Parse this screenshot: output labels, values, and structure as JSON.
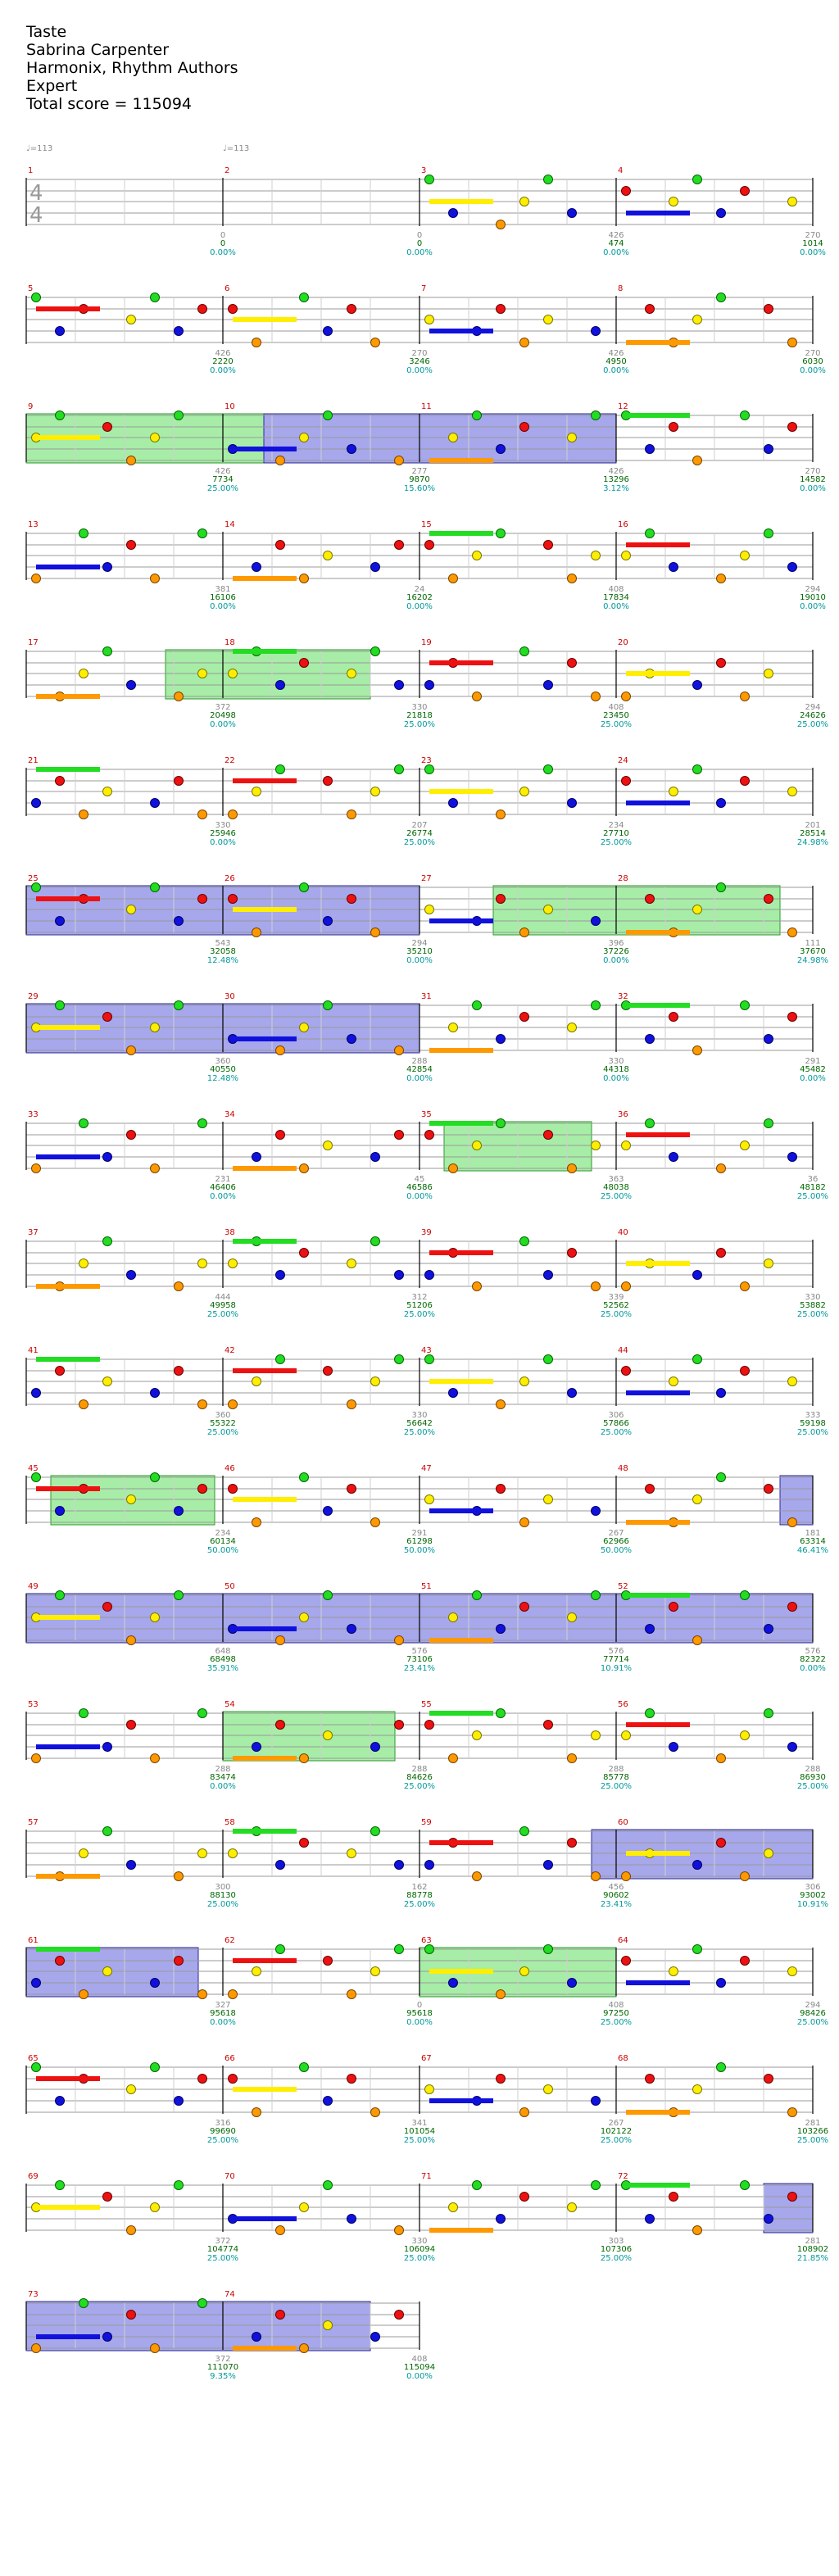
{
  "song": {
    "title": "Taste",
    "artist": "Sabrina Carpenter",
    "charter": "Harmonix, Rhythm Authors",
    "difficulty": "Expert",
    "total_score_text": "Total score = 115094"
  },
  "time_signature": {
    "top": "4",
    "bottom": "4"
  },
  "tempo_markers": [
    "♩=113",
    "♩=113"
  ],
  "colors": {
    "green": "#22dd22",
    "red": "#ee1111",
    "yellow": "#ffee00",
    "blue": "#1111dd",
    "orange": "#ff9900",
    "star_power": "#44dd44",
    "solo": "#3333cc",
    "measure_number": "#cc0000",
    "score": "#006600",
    "percent": "#009999",
    "gray": "#888888"
  },
  "measure_numbers": [
    "1",
    "2",
    "3",
    "4",
    "5",
    "6",
    "7",
    "8",
    "9",
    "10",
    "11",
    "12",
    "13",
    "14",
    "15",
    "16",
    "17",
    "18",
    "19",
    "20",
    "21",
    "22",
    "23",
    "24",
    "25",
    "26",
    "27",
    "28",
    "29",
    "30",
    "31",
    "32",
    "33",
    "34",
    "35",
    "36",
    "37",
    "38",
    "39",
    "40",
    "41",
    "42",
    "43",
    "44",
    "45",
    "46",
    "47",
    "48",
    "49",
    "50",
    "51",
    "52",
    "53",
    "54",
    "55",
    "56",
    "57",
    "58",
    "59",
    "60",
    "61",
    "62",
    "63",
    "64",
    "65",
    "66",
    "67",
    "68",
    "69",
    "70",
    "71",
    "72",
    "73",
    "74"
  ],
  "rows": [
    {
      "num": 1,
      "stats": [
        {
          "n": "0",
          "s": "0",
          "p": "0.00%"
        },
        {
          "n": "0",
          "s": "0",
          "p": "0.00%"
        },
        {
          "n": "426",
          "s": "474",
          "p": "0.00%"
        },
        {
          "n": "270",
          "s": "1014",
          "p": "0.00%"
        }
      ]
    },
    {
      "num": 2,
      "stats": [
        {
          "n": "426",
          "s": "2220",
          "p": "0.00%"
        },
        {
          "n": "270",
          "s": "3246",
          "p": "0.00%"
        },
        {
          "n": "426",
          "s": "4950",
          "p": "0.00%"
        },
        {
          "n": "270",
          "s": "6030",
          "p": "0.00%"
        }
      ]
    },
    {
      "num": 3,
      "stats": [
        {
          "n": "426",
          "s": "7734",
          "p": "25.00%"
        },
        {
          "n": "277",
          "s": "9870",
          "p": "15.60%"
        },
        {
          "n": "426",
          "s": "13296",
          "p": "3.12%"
        },
        {
          "n": "270",
          "s": "14582",
          "p": "0.00%"
        }
      ]
    },
    {
      "num": 4,
      "stats": [
        {
          "n": "381",
          "s": "16106",
          "p": "0.00%"
        },
        {
          "n": "24",
          "s": "16202",
          "p": "0.00%"
        },
        {
          "n": "408",
          "s": "17834",
          "p": "0.00%"
        },
        {
          "n": "294",
          "s": "19010",
          "p": "0.00%"
        }
      ]
    },
    {
      "num": 5,
      "stats": [
        {
          "n": "372",
          "s": "20498",
          "p": "0.00%"
        },
        {
          "n": "330",
          "s": "21818",
          "p": "25.00%"
        },
        {
          "n": "408",
          "s": "23450",
          "p": "25.00%"
        },
        {
          "n": "294",
          "s": "24626",
          "p": "25.00%"
        }
      ]
    },
    {
      "num": 6,
      "stats": [
        {
          "n": "330",
          "s": "25946",
          "p": "0.00%"
        },
        {
          "n": "207",
          "s": "26774",
          "p": "25.00%"
        },
        {
          "n": "234",
          "s": "27710",
          "p": "25.00%"
        },
        {
          "n": "201",
          "s": "28514",
          "p": "24.98%"
        }
      ]
    },
    {
      "num": 7,
      "stats": [
        {
          "n": "543",
          "s": "32058",
          "p": "12.48%"
        },
        {
          "n": "294",
          "s": "35210",
          "p": "0.00%"
        },
        {
          "n": "396",
          "s": "37226",
          "p": "0.00%"
        },
        {
          "n": "111",
          "s": "37670",
          "p": "24.98%"
        }
      ]
    },
    {
      "num": 8,
      "stats": [
        {
          "n": "360",
          "s": "40550",
          "p": "12.48%"
        },
        {
          "n": "288",
          "s": "42854",
          "p": "0.00%"
        },
        {
          "n": "330",
          "s": "44318",
          "p": "0.00%"
        },
        {
          "n": "291",
          "s": "45482",
          "p": "0.00%"
        }
      ]
    },
    {
      "num": 9,
      "stats": [
        {
          "n": "231",
          "s": "46406",
          "p": "0.00%"
        },
        {
          "n": "45",
          "s": "46586",
          "p": "0.00%"
        },
        {
          "n": "363",
          "s": "48038",
          "p": "25.00%"
        },
        {
          "n": "36",
          "s": "48182",
          "p": "25.00%"
        }
      ]
    },
    {
      "num": 10,
      "stats": [
        {
          "n": "444",
          "s": "49958",
          "p": "25.00%"
        },
        {
          "n": "312",
          "s": "51206",
          "p": "25.00%"
        },
        {
          "n": "339",
          "s": "52562",
          "p": "25.00%"
        },
        {
          "n": "330",
          "s": "53882",
          "p": "25.00%"
        }
      ]
    },
    {
      "num": 11,
      "stats": [
        {
          "n": "360",
          "s": "55322",
          "p": "25.00%"
        },
        {
          "n": "330",
          "s": "56642",
          "p": "25.00%"
        },
        {
          "n": "306",
          "s": "57866",
          "p": "25.00%"
        },
        {
          "n": "333",
          "s": "59198",
          "p": "25.00%"
        }
      ]
    },
    {
      "num": 12,
      "stats": [
        {
          "n": "234",
          "s": "60134",
          "p": "50.00%"
        },
        {
          "n": "291",
          "s": "61298",
          "p": "50.00%"
        },
        {
          "n": "267",
          "s": "62966",
          "p": "50.00%"
        },
        {
          "n": "181",
          "s": "63314",
          "p": "46.41%"
        }
      ]
    },
    {
      "num": 13,
      "stats": [
        {
          "n": "648",
          "s": "68498",
          "p": "35.91%"
        },
        {
          "n": "576",
          "s": "73106",
          "p": "23.41%"
        },
        {
          "n": "576",
          "s": "77714",
          "p": "10.91%"
        },
        {
          "n": "576",
          "s": "82322",
          "p": "0.00%"
        }
      ]
    },
    {
      "num": 14,
      "stats": [
        {
          "n": "288",
          "s": "83474",
          "p": "0.00%"
        },
        {
          "n": "288",
          "s": "84626",
          "p": "25.00%"
        },
        {
          "n": "288",
          "s": "85778",
          "p": "25.00%"
        },
        {
          "n": "288",
          "s": "86930",
          "p": "25.00%"
        }
      ]
    },
    {
      "num": 15,
      "stats": [
        {
          "n": "300",
          "s": "88130",
          "p": "25.00%"
        },
        {
          "n": "162",
          "s": "88778",
          "p": "25.00%"
        },
        {
          "n": "456",
          "s": "90602",
          "p": "23.41%"
        },
        {
          "n": "306",
          "s": "93002",
          "p": "10.91%"
        }
      ]
    },
    {
      "num": 16,
      "stats": [
        {
          "n": "327",
          "s": "95618",
          "p": "0.00%"
        },
        {
          "n": "0",
          "s": "95618",
          "p": "0.00%"
        },
        {
          "n": "408",
          "s": "97250",
          "p": "25.00%"
        },
        {
          "n": "294",
          "s": "98426",
          "p": "25.00%"
        }
      ]
    },
    {
      "num": 17,
      "stats": [
        {
          "n": "316",
          "s": "99690",
          "p": "25.00%"
        },
        {
          "n": "341",
          "s": "101054",
          "p": "25.00%"
        },
        {
          "n": "267",
          "s": "102122",
          "p": "25.00%"
        },
        {
          "n": "281",
          "s": "103266",
          "p": "25.00%"
        }
      ]
    },
    {
      "num": 18,
      "stats": [
        {
          "n": "372",
          "s": "104774",
          "p": "25.00%"
        },
        {
          "n": "330",
          "s": "106094",
          "p": "25.00%"
        },
        {
          "n": "303",
          "s": "107306",
          "p": "25.00%"
        },
        {
          "n": "281",
          "s": "108902",
          "p": "21.85%"
        }
      ]
    },
    {
      "num": 19,
      "stats": [
        {
          "n": "372",
          "s": "111070",
          "p": "9.35%"
        },
        {
          "n": "408",
          "s": "115094",
          "p": "0.00%"
        }
      ]
    }
  ]
}
